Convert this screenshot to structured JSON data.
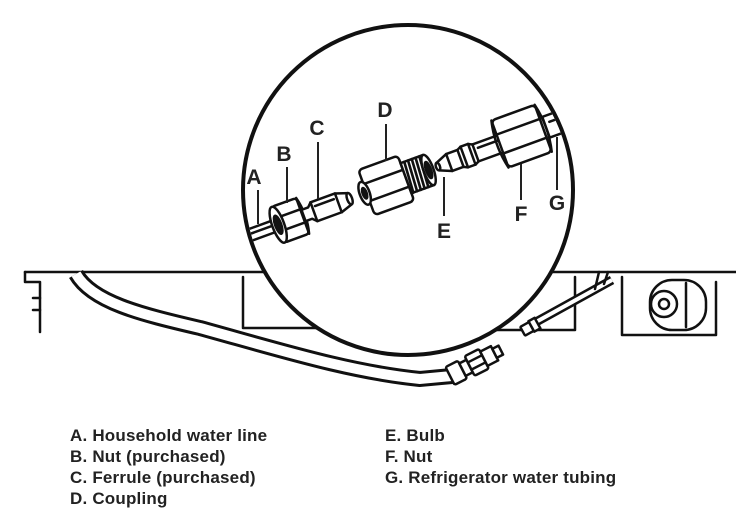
{
  "callouts": {
    "a": "A",
    "b": "B",
    "c": "C",
    "d": "D",
    "e": "E",
    "f": "F",
    "g": "G"
  },
  "legend": {
    "left": [
      "A. Household water line",
      "B. Nut (purchased)",
      "C. Ferrule (purchased)",
      "D. Coupling"
    ],
    "right": [
      "E. Bulb",
      "F. Nut",
      "G. Refrigerator water tubing"
    ]
  },
  "colors": {
    "line": "#111111",
    "text": "#222222",
    "background": "#ffffff"
  }
}
